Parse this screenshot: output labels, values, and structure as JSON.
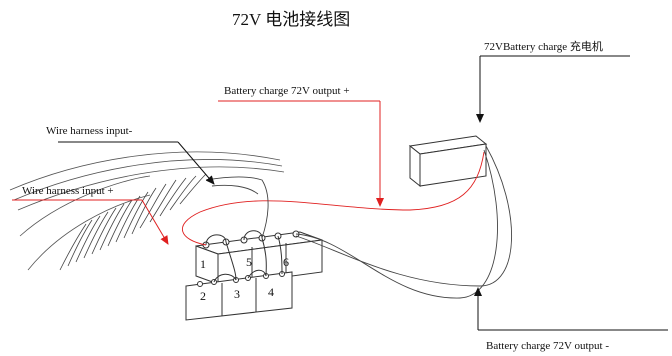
{
  "title": "72V 电池接线图",
  "labels": {
    "charger": "72VBattery charge 充电机",
    "output_positive": "Battery charge 72V output +",
    "output_negative": "Battery charge 72V output -",
    "harness_negative": "Wire harness input-",
    "harness_positive": "Wire harness input +"
  },
  "batteries": {
    "top_row": [
      "1",
      "5",
      "6"
    ],
    "bottom_row": [
      "2",
      "3",
      "4"
    ]
  },
  "colors": {
    "positive_wire": "#e02020",
    "negative_wire": "#111111",
    "outline": "#333333"
  }
}
